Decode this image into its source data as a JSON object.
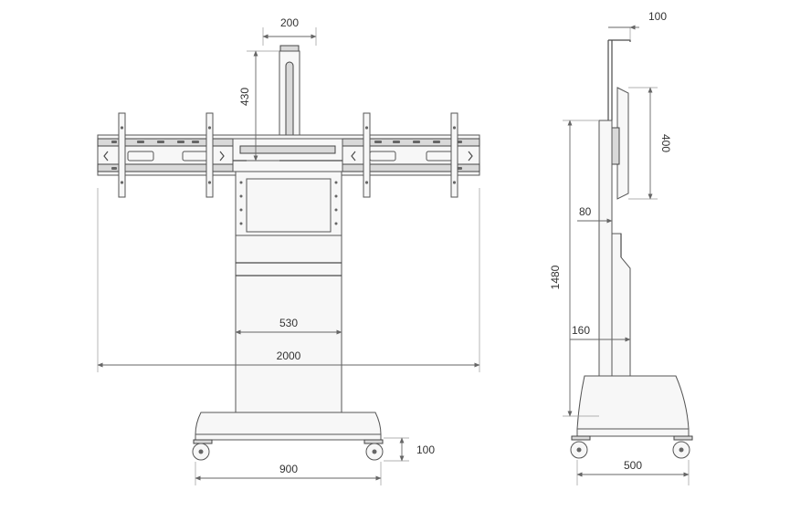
{
  "drawing": {
    "front_view": {
      "dims": {
        "top_bracket_width": "200",
        "top_bracket_height": "430",
        "column_width": "530",
        "overall_width": "2000",
        "base_width": "900",
        "wheel_height": "100"
      }
    },
    "side_view": {
      "dims": {
        "top_offset": "100",
        "screen_height": "400",
        "overall_height": "1480",
        "column_depth_top": "80",
        "column_depth_bottom": "160",
        "base_depth": "500"
      }
    },
    "colors": {
      "line": "#4a4a4a",
      "fill": "#f7f7f7",
      "dark_fill": "#d9d9d9",
      "dimension": "#666666"
    }
  }
}
